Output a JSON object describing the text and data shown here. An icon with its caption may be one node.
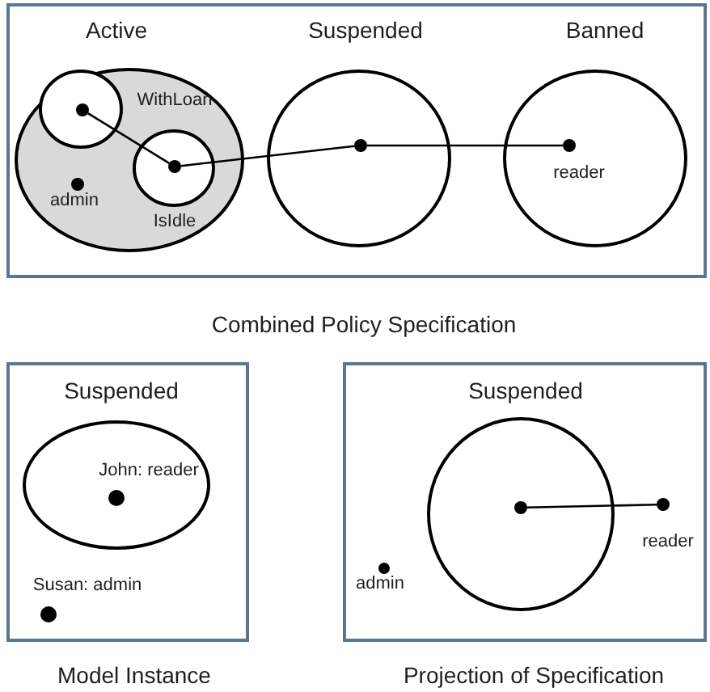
{
  "diagram": {
    "nodes": [
      {
        "text": [
          "Combined Policy Specification"
        ]
      },
      {
        "text": [
          "Active"
        ],
        "in": 0
      },
      {
        "text": [
          "WithLoan"
        ],
        "in": 1
      },
      {
        "text": [
          "IsIdle"
        ],
        "in": 1
      },
      {
        "text": [],
        "shape": "circle",
        "in": 2
      },
      {
        "text": [],
        "shape": "circle",
        "in": 3
      },
      {
        "text": [
          "admin"
        ],
        "in": 1
      },
      {
        "text": [
          "Suspended"
        ],
        "in": 0
      },
      {
        "text": [],
        "shape": "circle",
        "in": 7
      },
      {
        "text": [
          "Banned"
        ],
        "in": 0
      },
      {
        "text": [
          "reader"
        ],
        "in": 9
      },
      {
        "text": [
          "Model Instance"
        ]
      },
      {
        "text": [
          "Suspended"
        ],
        "in": 11
      },
      {
        "text": [
          "John: reader"
        ],
        "in": 12
      },
      {
        "text": [
          "Susan: admin"
        ],
        "in": 11
      },
      {
        "text": [
          "Projection of Specification"
        ]
      },
      {
        "text": [
          "Suspended"
        ],
        "in": 15
      },
      {
        "text": [],
        "shape": "circle",
        "in": 16
      },
      {
        "text": [
          "reader"
        ],
        "in": 15
      },
      {
        "text": [
          "admin"
        ],
        "in": 15
      }
    ],
    "edges": [
      {
        "from": 4,
        "to": 5,
        "arrow": "none"
      },
      {
        "from": 5,
        "to": 8,
        "arrow": "none"
      },
      {
        "from": 8,
        "to": 10,
        "arrow": "none"
      },
      {
        "from": 17,
        "to": 18,
        "arrow": "none"
      }
    ]
  }
}
